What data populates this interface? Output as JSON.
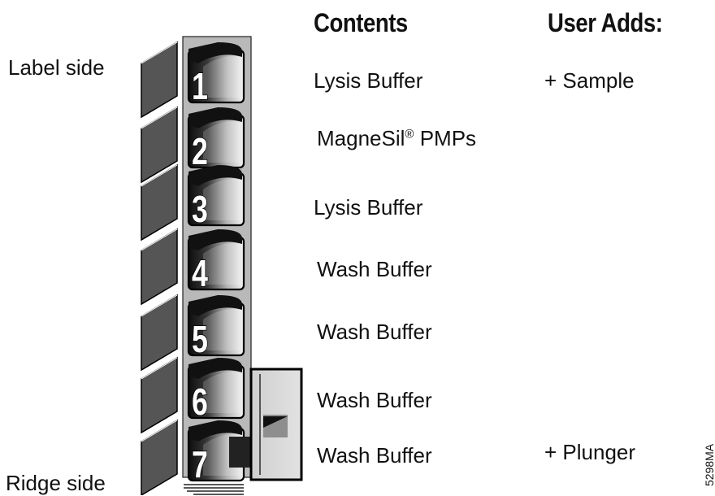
{
  "headers": {
    "contents": "Contents",
    "user_adds": "User Adds:"
  },
  "sides": {
    "label_side": "Label side",
    "ridge_side": "Ridge side"
  },
  "wells": [
    {
      "number": "1",
      "contents": "Lysis Buffer",
      "user_adds": "+ Sample"
    },
    {
      "number": "2",
      "contents": "MagneSil",
      "contents_mark": "®",
      "contents_suffix": " PMPs",
      "user_adds": ""
    },
    {
      "number": "3",
      "contents": "Lysis Buffer",
      "user_adds": ""
    },
    {
      "number": "4",
      "contents": "Wash Buffer",
      "user_adds": ""
    },
    {
      "number": "5",
      "contents": "Wash Buffer",
      "user_adds": ""
    },
    {
      "number": "6",
      "contents": "Wash Buffer",
      "user_adds": ""
    },
    {
      "number": "7",
      "contents": "Wash Buffer",
      "user_adds": "+ Plunger"
    }
  ],
  "figure_code": "5298MA",
  "colors": {
    "frame": "#b9b9b9",
    "face": "#555555",
    "well_dark": "#0f0f0f",
    "well_light": "#f2f2f2",
    "outline": "#000000"
  }
}
